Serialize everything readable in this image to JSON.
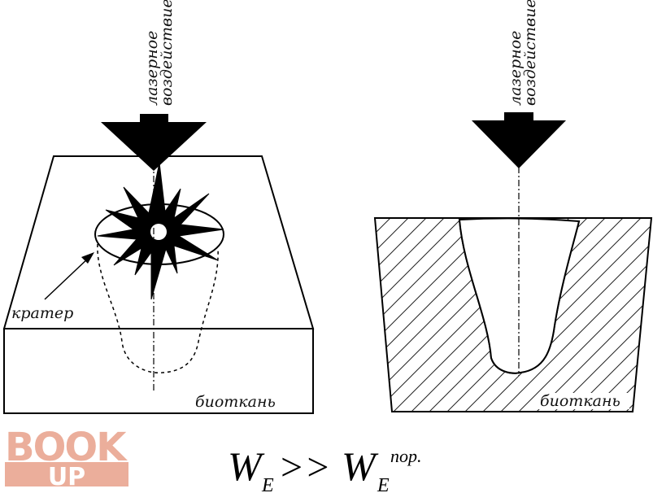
{
  "left_diagram": {
    "beam_label_line1": "лазерное",
    "beam_label_line2": "воздействие",
    "crater_label": "кратер",
    "tissue_label": "биоткань"
  },
  "right_diagram": {
    "beam_label_line1": "лазерное",
    "beam_label_line2": "воздействие",
    "tissue_label": "биоткань"
  },
  "formula": {
    "lhs_symbol": "W",
    "lhs_subscript": "E",
    "operator": ">>",
    "rhs_symbol": "W",
    "rhs_subscript": "E",
    "rhs_superscript": "пор."
  },
  "watermark": {
    "line1": "BOOK",
    "line2": "UP",
    "color": "#e8a08a"
  },
  "colors": {
    "ink": "#000000",
    "hatch": "#222222"
  }
}
